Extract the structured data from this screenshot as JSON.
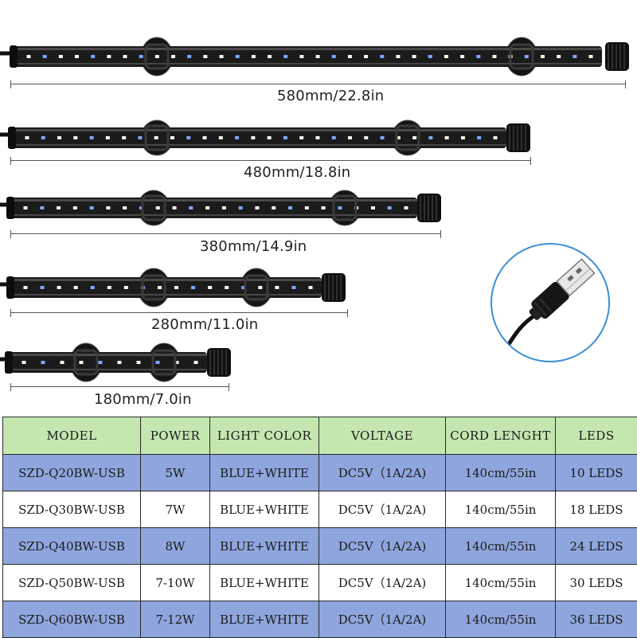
{
  "colors": {
    "header_bg": "#c4e7b0",
    "row_blue": "#8ea6dd",
    "row_white": "#ffffff",
    "circle_border": "#3b8fd8",
    "tube_body": "#1b1b1b"
  },
  "icons": {
    "usb": "usb-plug-icon"
  },
  "lights": [
    {
      "label": "580mm/22.8in",
      "leds": 36
    },
    {
      "label": "480mm/18.8in",
      "leds": 30
    },
    {
      "label": "380mm/14.9in",
      "leds": 24
    },
    {
      "label": "280mm/11.0in",
      "leds": 18
    },
    {
      "label": "180mm/7.0in",
      "leds": 10
    }
  ],
  "table": {
    "headers": [
      "MODEL",
      "POWER",
      "LIGHT COLOR",
      "VOLTAGE",
      "CORD LENGHT",
      "LEDS"
    ],
    "rows": [
      [
        "SZD-Q20BW-USB",
        "5W",
        "BLUE+WHITE",
        "DC5V（1A/2A)",
        "140cm/55in",
        "10 LEDS"
      ],
      [
        "SZD-Q30BW-USB",
        "7W",
        "BLUE+WHITE",
        "DC5V（1A/2A)",
        "140cm/55in",
        "18 LEDS"
      ],
      [
        "SZD-Q40BW-USB",
        "8W",
        "BLUE+WHITE",
        "DC5V（1A/2A)",
        "140cm/55in",
        "24 LEDS"
      ],
      [
        "SZD-Q50BW-USB",
        "7-10W",
        "BLUE+WHITE",
        "DC5V（1A/2A)",
        "140cm/55in",
        "30 LEDS"
      ],
      [
        "SZD-Q60BW-USB",
        "7-12W",
        "BLUE+WHITE",
        "DC5V（1A/2A)",
        "140cm/55in",
        "36 LEDS"
      ]
    ]
  }
}
